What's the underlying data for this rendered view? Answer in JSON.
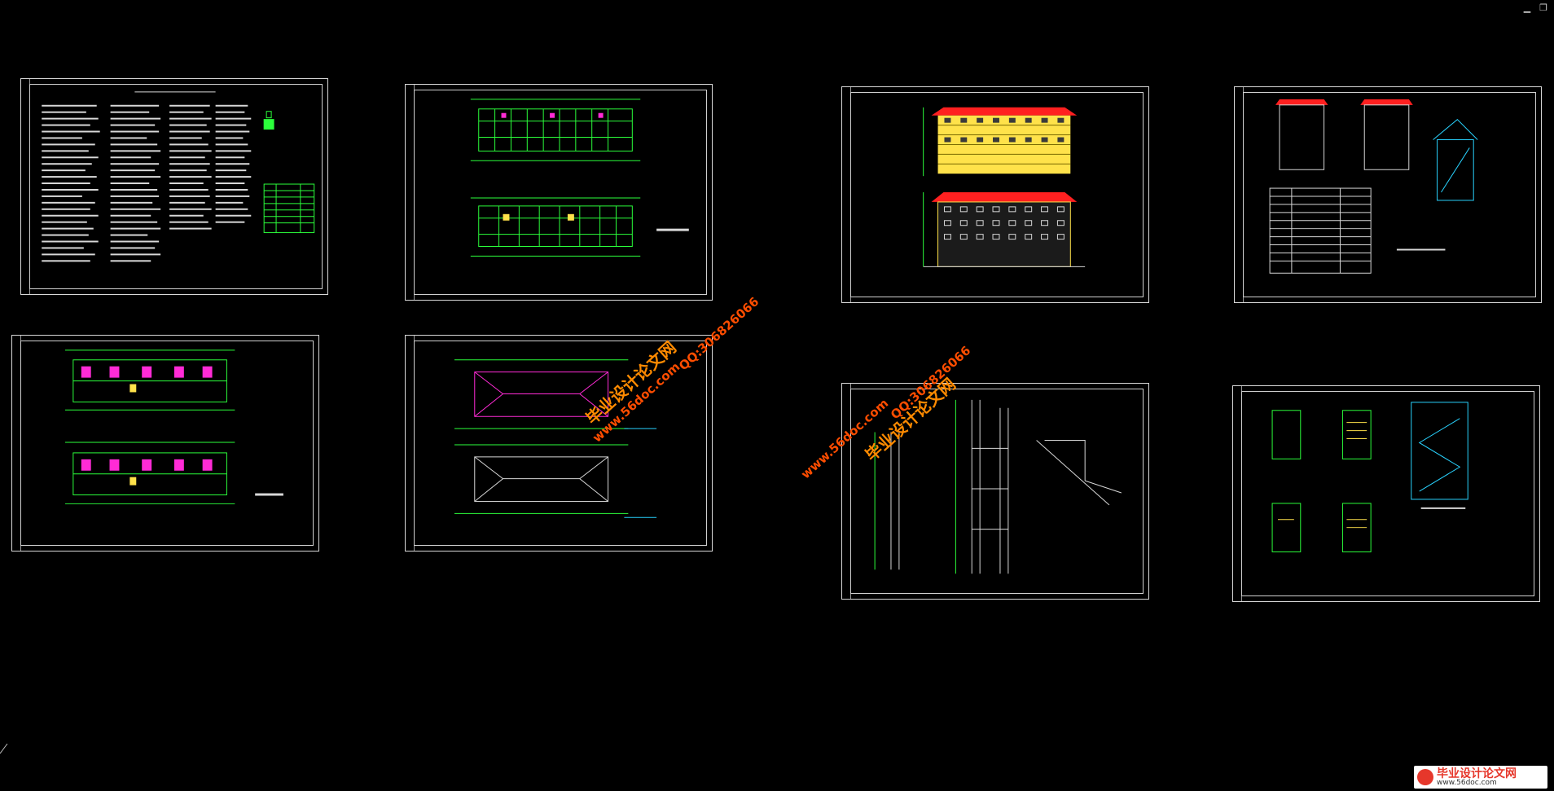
{
  "window": {
    "controls": [
      "minimize",
      "restore"
    ]
  },
  "watermarks": [
    {
      "text_cn": "毕业设计论文网",
      "url": "www.56doc.com",
      "qq": "QQ:306826066"
    },
    {
      "text_cn": "毕业设计论文网",
      "url": "www.56doc.com",
      "qq": "QQ:306826066"
    }
  ],
  "logo": {
    "title": "毕业设计论文网",
    "url": "www.56doc.com"
  },
  "colors": {
    "background": "#000000",
    "linework": "#2bff3b",
    "frame": "#d9d9d9",
    "roof": "#ff2020",
    "facade": "#ffe24a",
    "magenta": "#ff2bd6",
    "cyan": "#29d3ff",
    "watermark": "#ff7a00"
  }
}
